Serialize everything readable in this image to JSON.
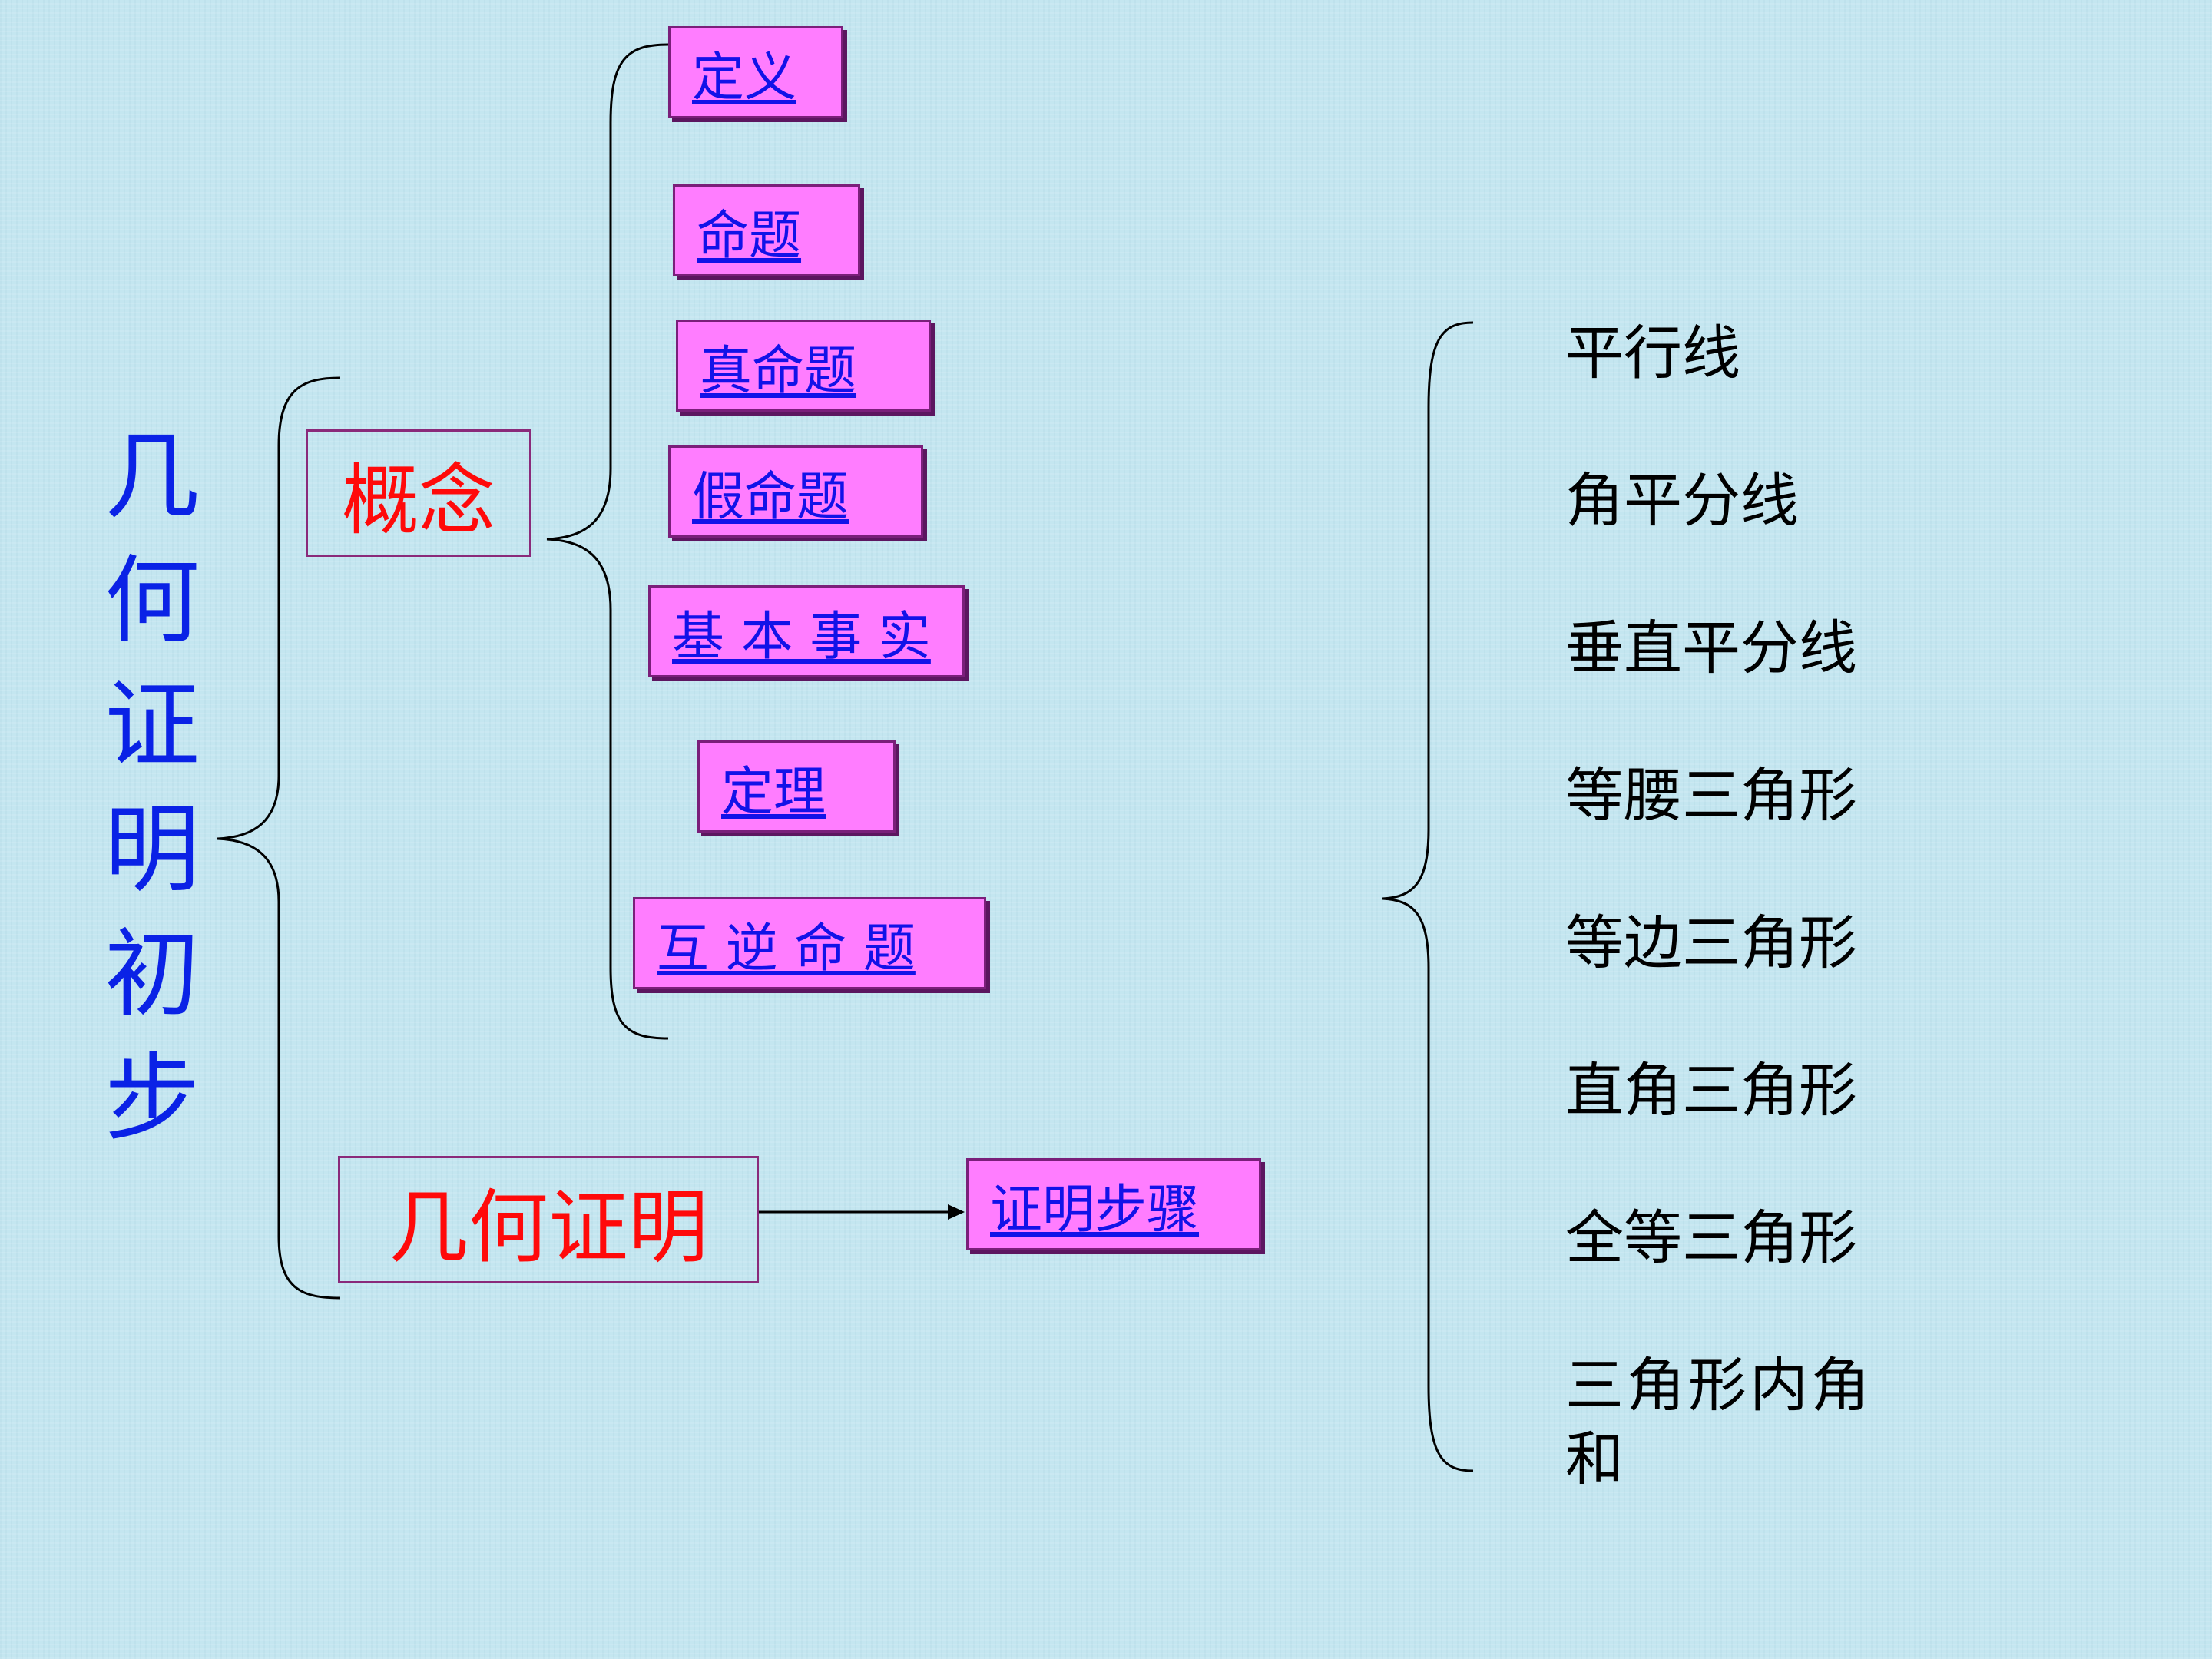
{
  "title": "几何初步",
  "title_prefix": "几何证明",
  "branches": {
    "concept": "概念",
    "proof": "几何证明"
  },
  "concept_items": [
    "定义",
    "命题",
    "真命题",
    "假命题",
    "基 本 事 实",
    "定理",
    "互 逆 命 题"
  ],
  "proof_item": "证明步骤",
  "topics": [
    "平行线",
    "角平分线",
    "垂直平分线",
    "等腰三角形",
    "等边三角形",
    "直角三角形",
    "全等三角形",
    "三角形内角和"
  ],
  "colors": {
    "title": "#0a22e6",
    "branch": "#ff0a0a",
    "button_fill": "#ff7dff",
    "link": "#1212e8"
  }
}
